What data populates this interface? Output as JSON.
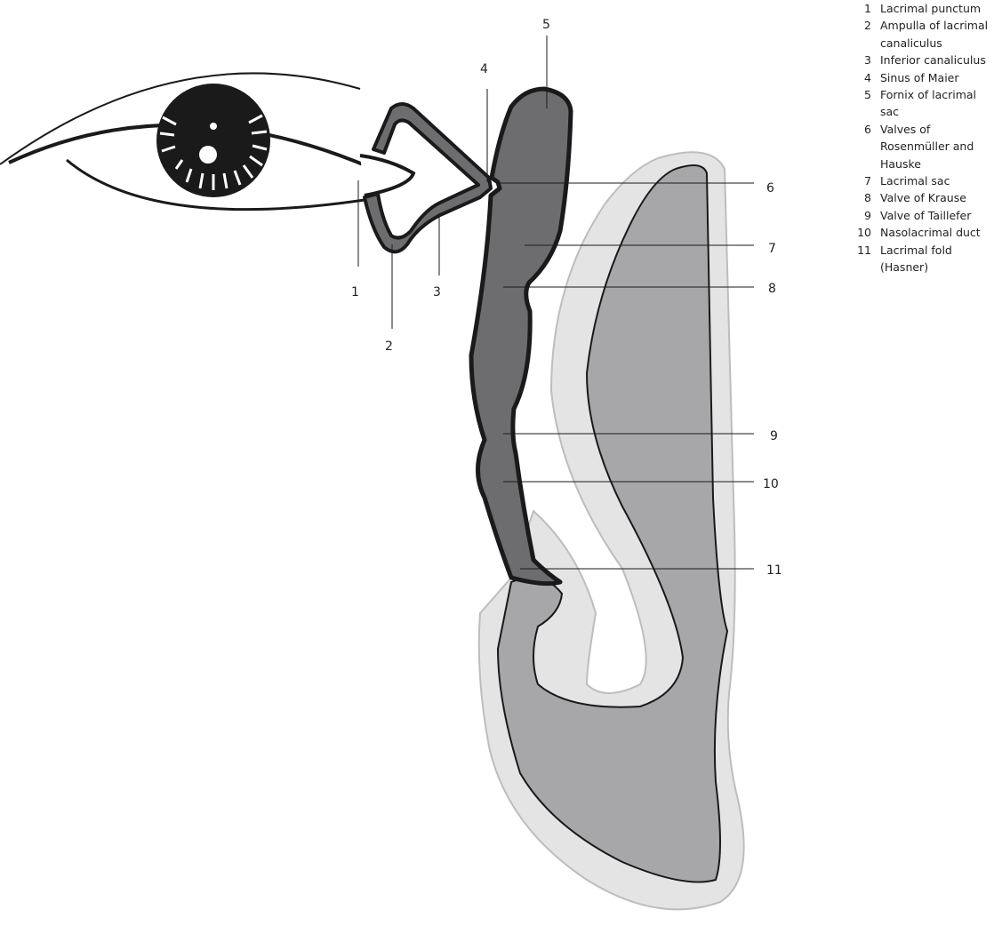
{
  "title": "Lacrimal drainage system",
  "colors": {
    "sac": "#6d6d70",
    "mucosa": "#a7a7aa",
    "band": "#e4e4e4",
    "outline": "#1a1a1a"
  },
  "legend": [
    {
      "n": "1",
      "label": "Lacrimal punctum"
    },
    {
      "n": "2",
      "label": "Ampulla of lacrimal canaliculus"
    },
    {
      "n": "3",
      "label": "Inferior canaliculus"
    },
    {
      "n": "4",
      "label": "Sinus of Maier"
    },
    {
      "n": "5",
      "label": "Fornix of lacrimal sac"
    },
    {
      "n": "6",
      "label": "Valves of Rosenmüller and Hauske"
    },
    {
      "n": "7",
      "label": "Lacrimal sac"
    },
    {
      "n": "8",
      "label": "Valve of Krause"
    },
    {
      "n": "9",
      "label": "Valve of Taillefer"
    },
    {
      "n": "10",
      "label": "Nasolacrimal duct"
    },
    {
      "n": "11",
      "label": "Lacrimal fold (Hasner)"
    }
  ]
}
